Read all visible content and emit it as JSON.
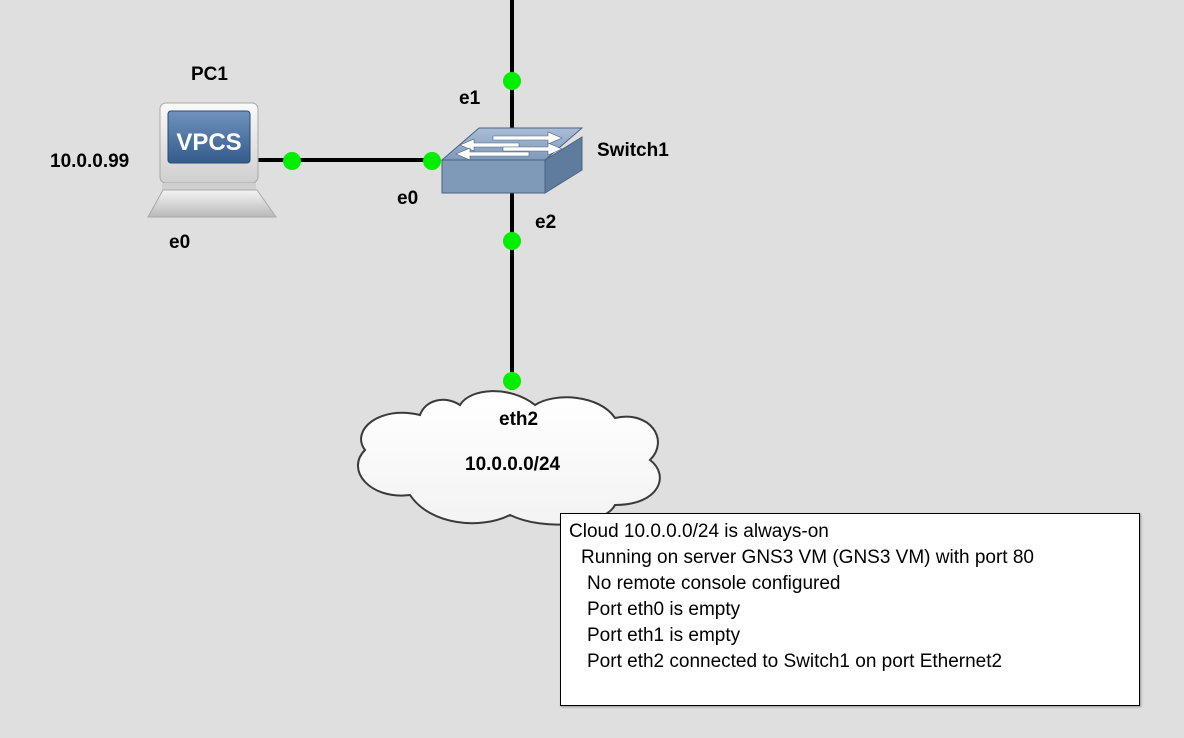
{
  "nodes": {
    "pc1": {
      "name": "PC1",
      "ip": "10.0.0.99",
      "port": "e0",
      "badge": "VPCS"
    },
    "switch1": {
      "name": "Switch1",
      "ports": {
        "e0": "e0",
        "e1": "e1",
        "e2": "e2"
      }
    },
    "cloud": {
      "port": "eth2",
      "subnet": "10.0.0.0/24"
    }
  },
  "link_status_color": "#00ee00",
  "tooltip": {
    "line1": "Cloud 10.0.0.0/24 is always-on",
    "line2": "Running on server GNS3 VM (GNS3 VM) with port 80",
    "line3": "No remote console configured",
    "line4": "Port eth0 is empty",
    "line5": "Port eth1 is empty",
    "line6": "Port eth2 connected to Switch1 on port Ethernet2"
  }
}
